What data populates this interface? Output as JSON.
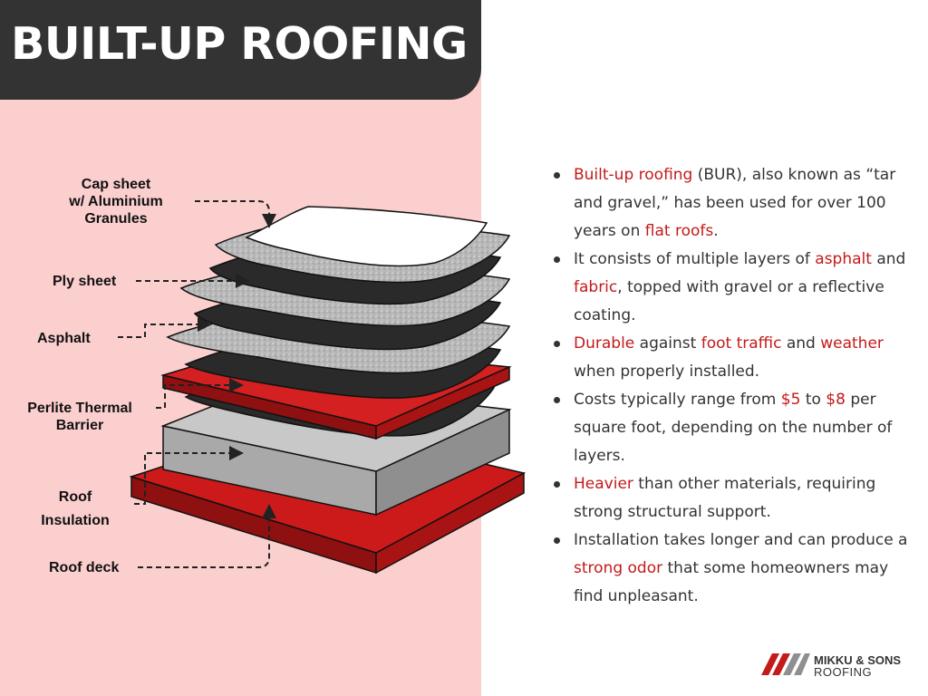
{
  "title": "BUILT-UP ROOFING",
  "diagram": {
    "labels": {
      "cap_sheet": [
        "Cap sheet",
        "w/ Aluminium",
        "Granules"
      ],
      "ply_sheet": "Ply sheet",
      "asphalt": "Asphalt",
      "perlite": [
        "Perlite Thermal",
        "Barrier"
      ],
      "insulation": [
        "Roof",
        "Insulation"
      ],
      "roof_deck": "Roof deck"
    },
    "layer_colors": {
      "cap_sheet": "#ffffff",
      "ply_sheet": "#b8b8b8",
      "asphalt": "#2a2a2a",
      "perlite": "#d42020",
      "insulation": "#c8c8c8",
      "roof_deck": "#cc1a1a"
    }
  },
  "bullets": [
    [
      {
        "text": "Built-up roofing",
        "hl": true
      },
      {
        "text": " (BUR), also known as “tar and gravel,” has been used for over 100 years on "
      },
      {
        "text": "flat roofs",
        "hl": true
      },
      {
        "text": "."
      }
    ],
    [
      {
        "text": "It consists of multiple layers of "
      },
      {
        "text": "asphalt",
        "hl": true
      },
      {
        "text": " and "
      },
      {
        "text": "fabric",
        "hl": true
      },
      {
        "text": ", topped with gravel or a reflective coating."
      }
    ],
    [
      {
        "text": "Durable",
        "hl": true
      },
      {
        "text": " against "
      },
      {
        "text": "foot traffic",
        "hl": true
      },
      {
        "text": " and "
      },
      {
        "text": "weather",
        "hl": true
      },
      {
        "text": " when properly installed."
      }
    ],
    [
      {
        "text": "Costs typically range from "
      },
      {
        "text": "$5",
        "hl": true
      },
      {
        "text": " to "
      },
      {
        "text": "$8",
        "hl": true
      },
      {
        "text": " per square foot, depending on the number of layers."
      }
    ],
    [
      {
        "text": "Heavier",
        "hl": true
      },
      {
        "text": " than other materials, requiring strong structural support."
      }
    ],
    [
      {
        "text": "Installation takes longer and can produce a "
      },
      {
        "text": "strong odor",
        "hl": true
      },
      {
        "text": " that some homeowners may find unpleasant."
      }
    ]
  ],
  "logo": {
    "line1": "MIKKU & SONS",
    "line2": "ROOFING"
  },
  "colors": {
    "accent": "#c41a1a",
    "title_bar": "#333333",
    "left_panel": "#fccfcf",
    "text": "#333333"
  }
}
